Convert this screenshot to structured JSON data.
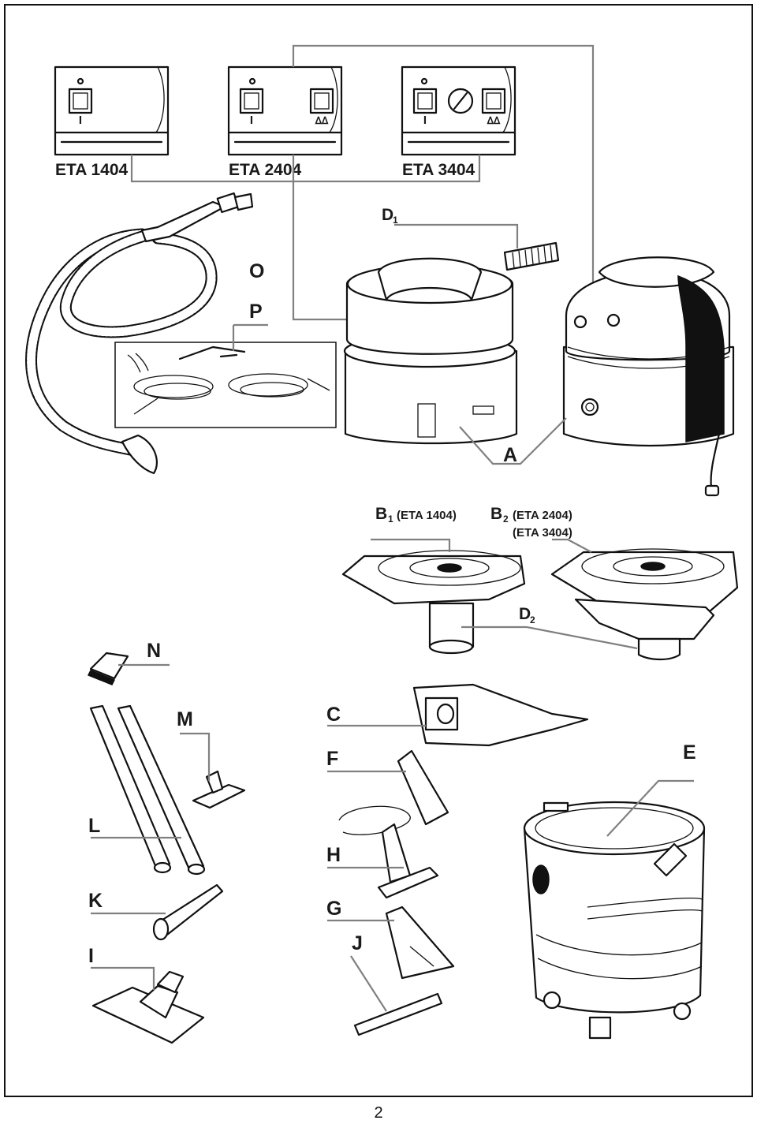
{
  "models": [
    "ETA 1404",
    "ETA 2404",
    "ETA 3404"
  ],
  "labels": {
    "d1": "D",
    "d1_sub": "1",
    "o": "O",
    "p": "P",
    "a": "A",
    "b1": "B",
    "b1_sub": "1",
    "b1_note": "(ETA 1404)",
    "b2": "B",
    "b2_sub": "2",
    "b2_note1": "(ETA 2404)",
    "b2_note2": "(ETA 3404)",
    "d2": "D",
    "d2_sub": "2",
    "n": "N",
    "m": "M",
    "c": "C",
    "f": "F",
    "e": "E",
    "l": "L",
    "h": "H",
    "k": "K",
    "g": "G",
    "i": "I",
    "j": "J"
  },
  "panel_marks": {
    "power": "I",
    "pump": "ᐃᐃ"
  },
  "page_number": "2"
}
